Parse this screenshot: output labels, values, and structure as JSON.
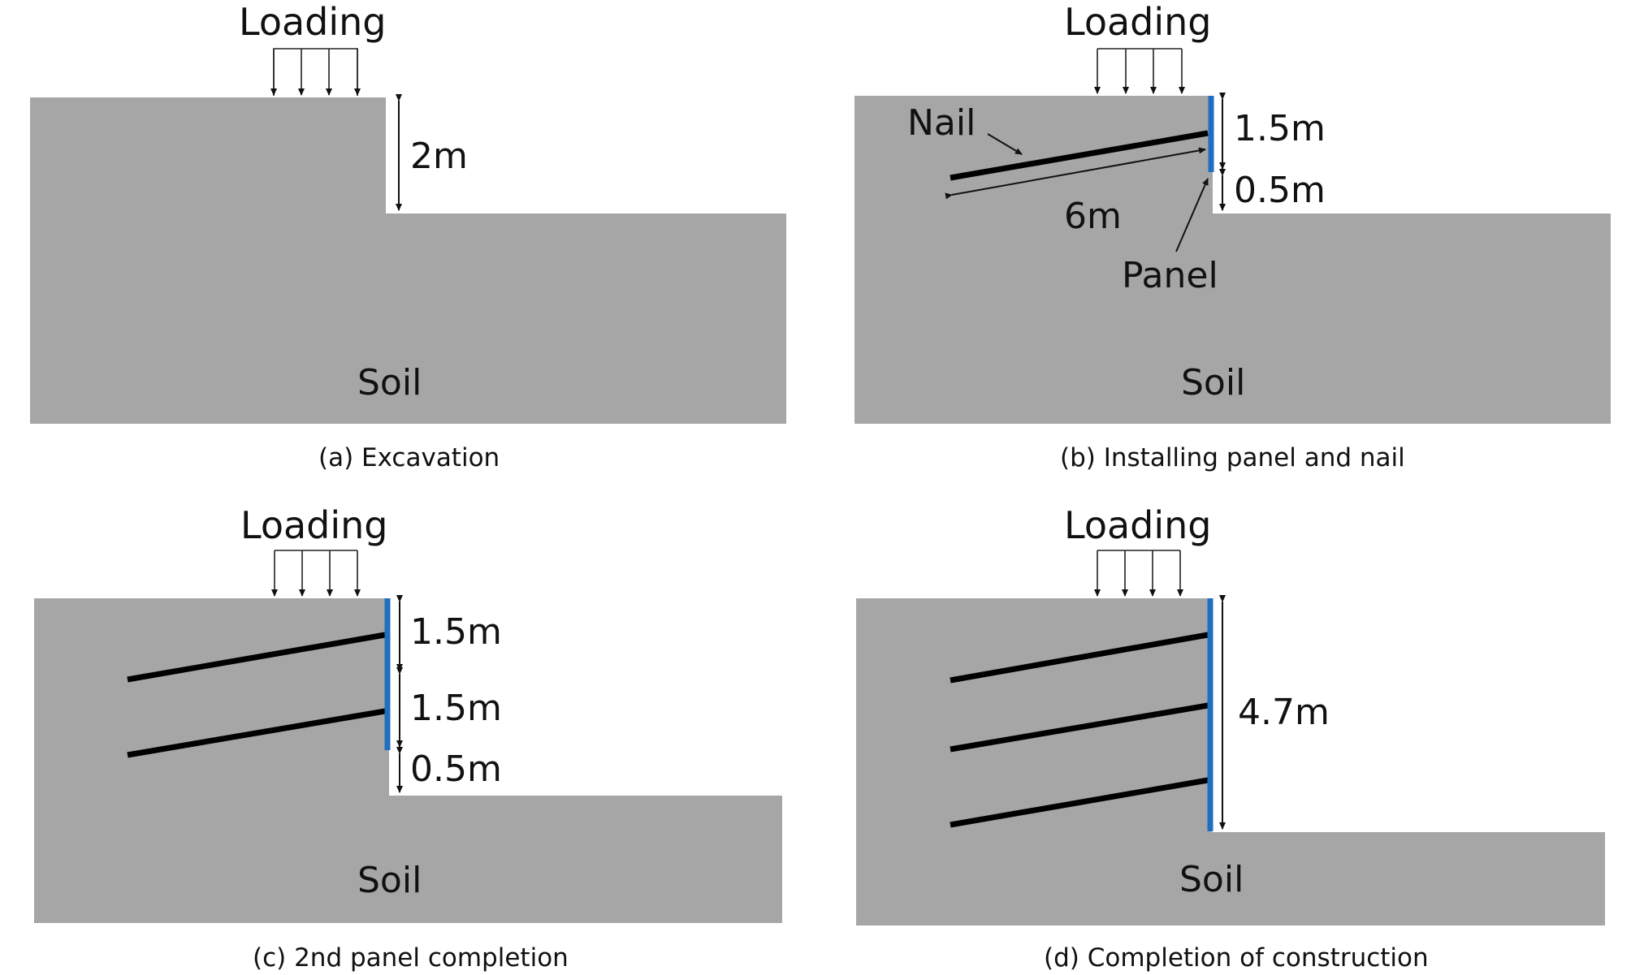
{
  "colors": {
    "soil": "#a6a6a6",
    "panel": "#1f6fbf",
    "nail": "#000000",
    "background": "#ffffff"
  },
  "panels": {
    "a": {
      "loading": "Loading",
      "soil": "Soil",
      "dim1": "2m",
      "caption": "(a)  Excavation"
    },
    "b": {
      "loading": "Loading",
      "soil": "Soil",
      "nail": "Nail",
      "panel": "Panel",
      "length": "6m",
      "dim1": "1.5m",
      "dim2": "0.5m",
      "caption": "(b)  Installing  panel  and  nail"
    },
    "c": {
      "loading": "Loading",
      "soil": "Soil",
      "dim1": "1.5m",
      "dim2": "1.5m",
      "dim3": "0.5m",
      "caption": "(c)  2nd  panel  completion"
    },
    "d": {
      "loading": "Loading",
      "soil": "Soil",
      "dim1": "4.7m",
      "caption": "(d)  Completion  of  construction"
    }
  }
}
